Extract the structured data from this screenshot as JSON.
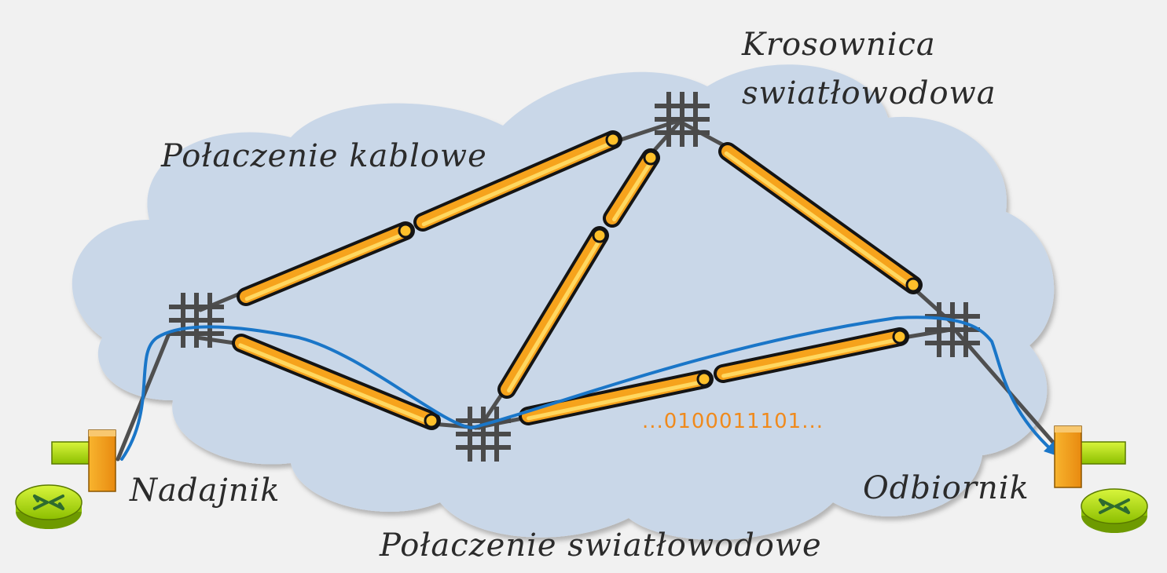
{
  "labels": {
    "crossconnect": [
      "Krosownica",
      "swiatłowodowa"
    ],
    "cable_link": "Połaczenie kablowe",
    "fiber_link": "Połaczenie swiatłowodowe",
    "transmitter": "Nadajnik",
    "receiver": "Odbiornik",
    "bitstream": "...0100011101..."
  },
  "colors": {
    "background": "#f1f1f1",
    "cloud": "#c9d7e8",
    "cable_fill": "#f6a31c",
    "cable_outline": "#111111",
    "signal_path": "#1a76c8",
    "bitstream_text": "#f08a1c",
    "device_green": "#b8e000",
    "device_orange": "#f4a61c"
  },
  "icons": {
    "patch_panel": "grid-hash-icon",
    "router": "router-arrows-icon",
    "transceiver": "transceiver-icon"
  }
}
